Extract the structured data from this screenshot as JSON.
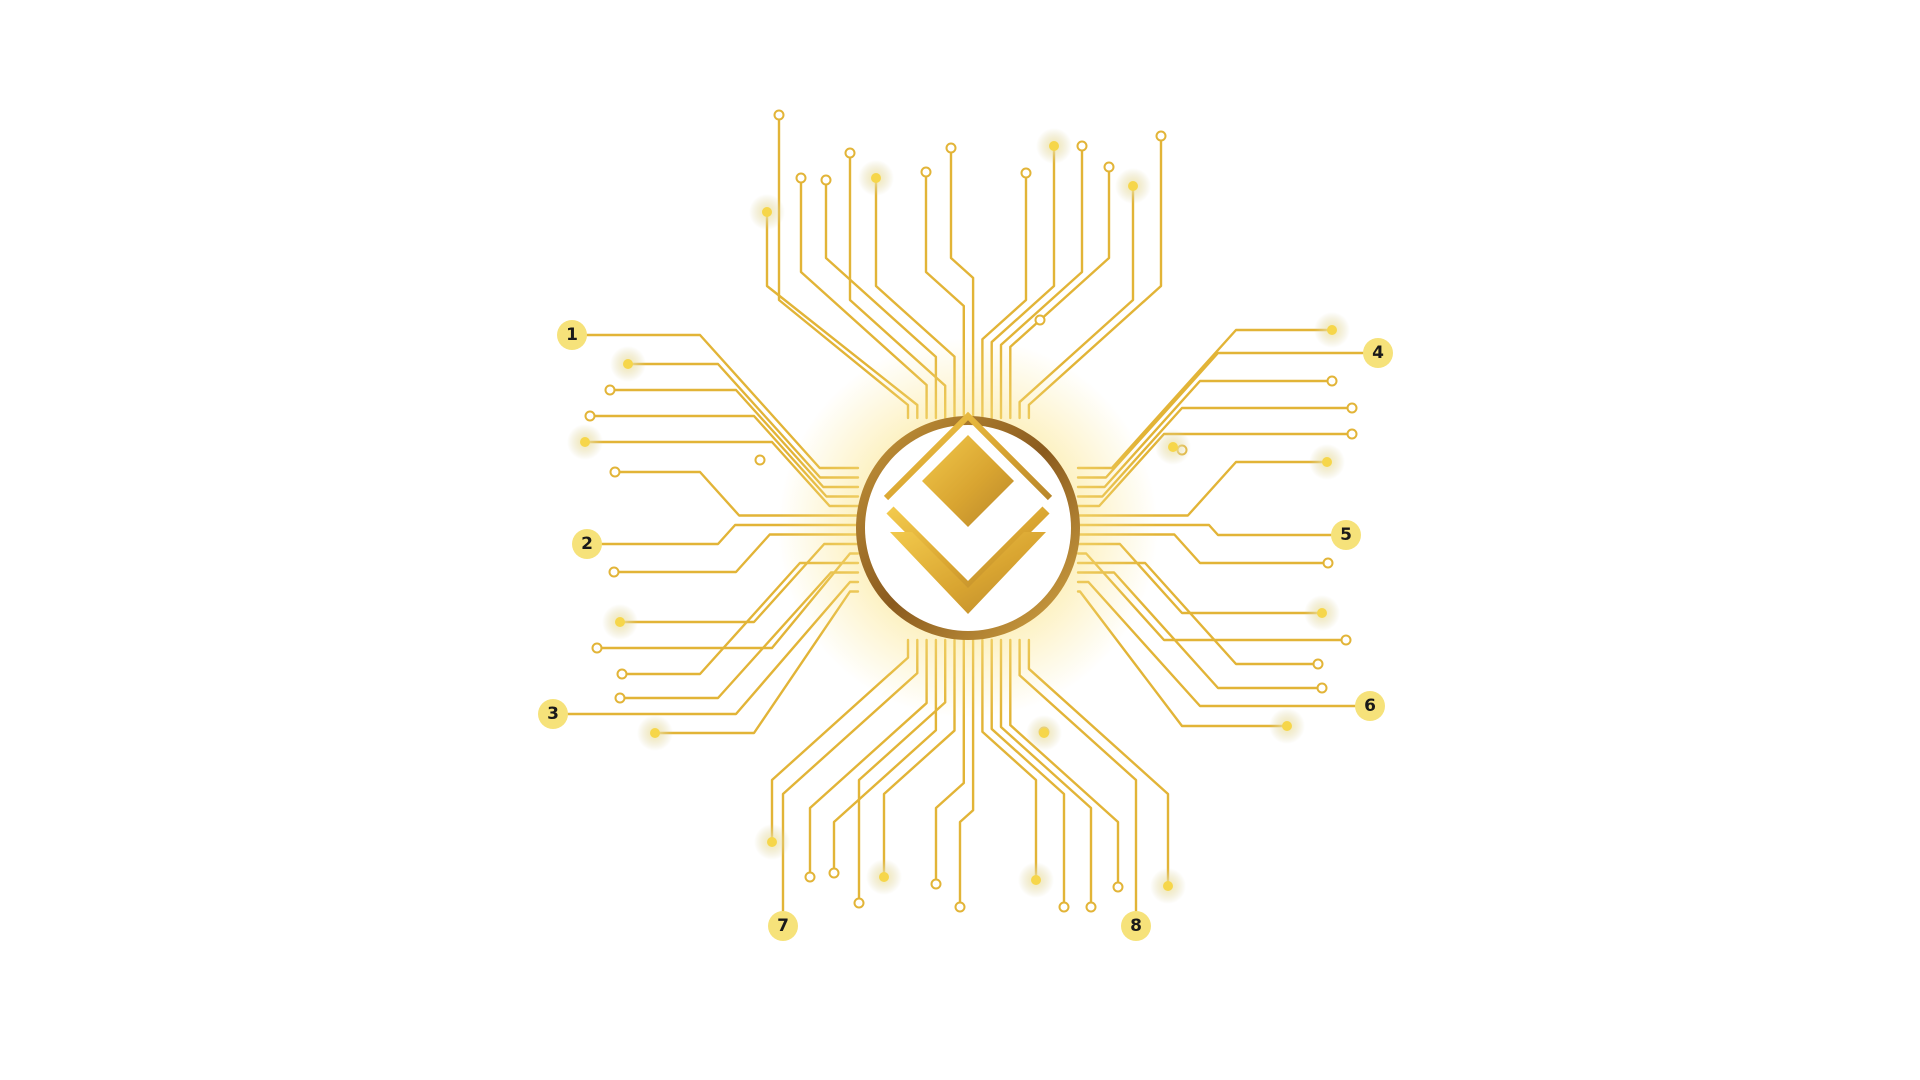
{
  "diagram": {
    "center_logo": "stacked-diamond-icon",
    "colors": {
      "gold": "#e2b437",
      "gold_dark": "#b8862a",
      "gold_light": "#f7dd6a",
      "label_fill": "#f6e27a",
      "label_text": "#1a1a1a",
      "background": "#ffffff"
    },
    "callouts": [
      {
        "id": "1",
        "text": "1"
      },
      {
        "id": "2",
        "text": "2"
      },
      {
        "id": "3",
        "text": "3"
      },
      {
        "id": "4",
        "text": "4"
      },
      {
        "id": "5",
        "text": "5"
      },
      {
        "id": "6",
        "text": "6"
      },
      {
        "id": "7",
        "text": "7"
      },
      {
        "id": "8",
        "text": "8"
      }
    ]
  }
}
